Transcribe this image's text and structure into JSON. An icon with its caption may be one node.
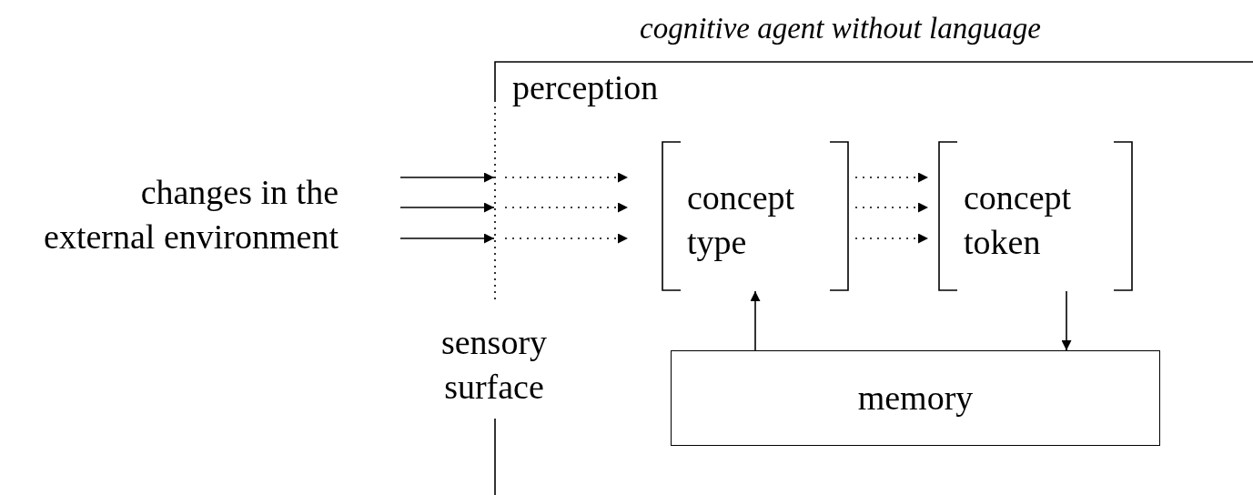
{
  "diagram": {
    "nodes": [
      {
        "text": [
          "cognitive agent without language"
        ]
      },
      {
        "text": [
          "changes in the external environment"
        ]
      },
      {
        "text": [
          "concept type"
        ],
        "in": 0
      },
      {
        "text": [
          "concept token"
        ],
        "in": 0
      },
      {
        "text": [
          "memory"
        ],
        "in": 0
      }
    ],
    "edges": [
      {
        "from": 1,
        "to": 0,
        "arrow": "to"
      },
      {
        "from": 1,
        "to": 0,
        "arrow": "to"
      },
      {
        "from": 1,
        "to": 0,
        "arrow": "to"
      },
      {
        "from": null,
        "to": 2,
        "arrow": "to",
        "style": "dashed"
      },
      {
        "from": null,
        "to": 2,
        "arrow": "to",
        "style": "dashed"
      },
      {
        "from": null,
        "to": 2,
        "arrow": "to",
        "style": "dashed"
      },
      {
        "from": 2,
        "to": 3,
        "arrow": "to",
        "style": "dashed"
      },
      {
        "from": 2,
        "to": 3,
        "arrow": "to",
        "style": "dashed"
      },
      {
        "from": 2,
        "to": 3,
        "arrow": "to",
        "style": "dashed"
      },
      {
        "from": 4,
        "to": 2,
        "arrow": "to"
      },
      {
        "from": 3,
        "to": 4,
        "arrow": "to"
      }
    ],
    "labels": [
      "perception",
      "sensory surface"
    ]
  }
}
